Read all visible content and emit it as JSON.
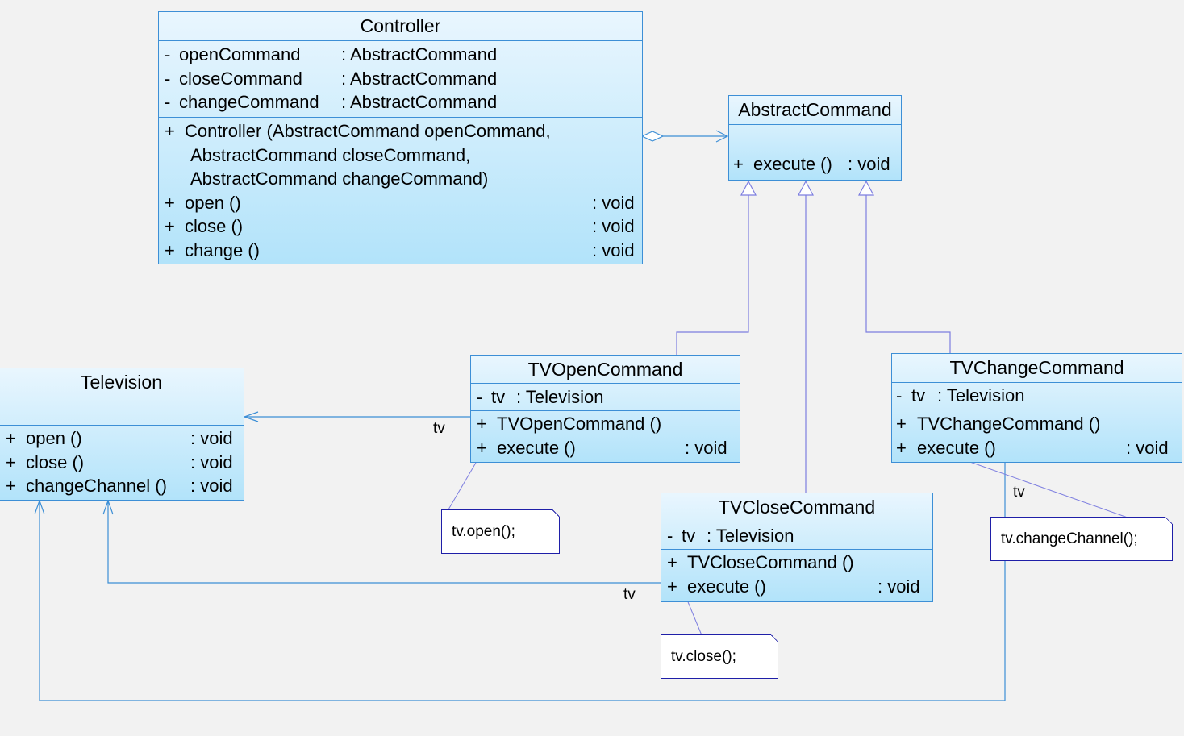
{
  "controller": {
    "name": "Controller",
    "attributes": [
      {
        "vis": "-",
        "name": "openCommand",
        "type": ": AbstractCommand"
      },
      {
        "vis": "-",
        "name": "closeCommand",
        "type": ": AbstractCommand"
      },
      {
        "vis": "-",
        "name": "changeCommand",
        "type": ": AbstractCommand"
      }
    ],
    "ctor": {
      "vis": "+",
      "line1": "Controller (AbstractCommand openCommand,",
      "line2": "AbstractCommand closeCommand,",
      "line3": "AbstractCommand changeCommand)"
    },
    "methods": [
      {
        "vis": "+",
        "name": "open ()",
        "type": ": void"
      },
      {
        "vis": "+",
        "name": "close ()",
        "type": ": void"
      },
      {
        "vis": "+",
        "name": "change ()",
        "type": ": void"
      }
    ]
  },
  "abstract_command": {
    "name": "AbstractCommand",
    "method": {
      "vis": "+",
      "name": "execute ()",
      "type": ": void"
    }
  },
  "television": {
    "name": "Television",
    "methods": [
      {
        "vis": "+",
        "name": "open ()",
        "type": ": void"
      },
      {
        "vis": "+",
        "name": "close ()",
        "type": ": void"
      },
      {
        "vis": "+",
        "name": "changeChannel ()",
        "type": ": void"
      }
    ]
  },
  "tv_open_command": {
    "name": "TVOpenCommand",
    "attribute": {
      "vis": "-",
      "name": "tv",
      "type": ": Television"
    },
    "methods": [
      {
        "vis": "+",
        "name": "TVOpenCommand ()",
        "type": ""
      },
      {
        "vis": "+",
        "name": "execute ()",
        "type": ": void"
      }
    ]
  },
  "tv_change_command": {
    "name": "TVChangeCommand",
    "attribute": {
      "vis": "-",
      "name": "tv",
      "type": ": Television"
    },
    "methods": [
      {
        "vis": "+",
        "name": "TVChangeCommand ()",
        "type": ""
      },
      {
        "vis": "+",
        "name": "execute ()",
        "type": ": void"
      }
    ]
  },
  "tv_close_command": {
    "name": "TVCloseCommand",
    "attribute": {
      "vis": "-",
      "name": "tv",
      "type": ": Television"
    },
    "methods": [
      {
        "vis": "+",
        "name": "TVCloseCommand ()",
        "type": ""
      },
      {
        "vis": "+",
        "name": "execute ()",
        "type": ": void"
      }
    ]
  },
  "notes": {
    "open": "tv.open();",
    "close": "tv.close();",
    "change": "tv.changeChannel();"
  },
  "roles": {
    "open_tv": "tv",
    "close_tv": "tv",
    "change_tv": "tv"
  },
  "colors": {
    "class_border": "#3d8fd6",
    "class_fill_top": "#e9f6fe",
    "class_fill_bottom": "#b2e3fa",
    "association_line": "#3d8fd6",
    "generalization_line": "#7d7ee0",
    "note_border": "#1f1fa8",
    "background": "#f2f2f2"
  }
}
